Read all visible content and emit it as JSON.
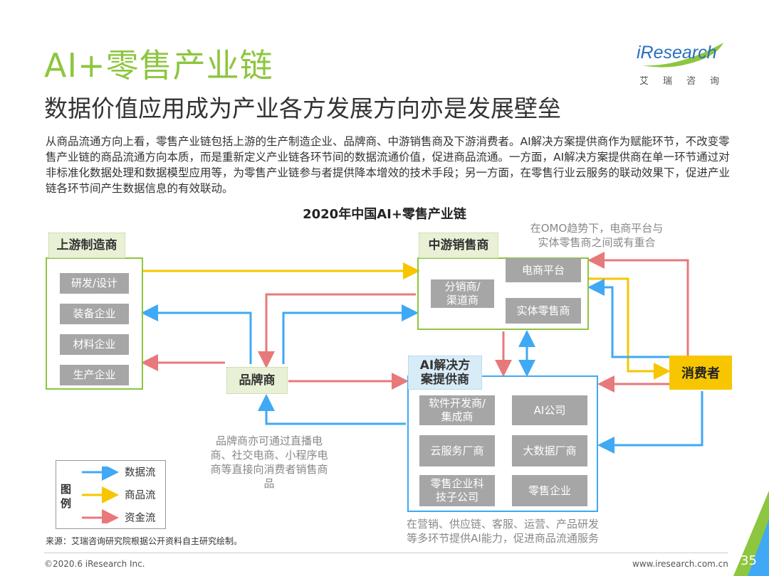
{
  "header": {
    "title": "AI+零售产业链",
    "subtitle": "数据价值应用成为产业各方发展方向亦是发展壁垒",
    "intro": "从商品流通方向上看，零售产业链包括上游的生产制造企业、品牌商、中游销售商及下游消费者。AI解决方案提供商作为赋能环节，不改变零售产业链的商品流通方向本质，而是重新定义产业链各环节间的数据流通价值，促进商品流通。一方面，AI解决方案提供商在单一环节通过对非标准化数据处理和数据模型应用等，为零售产业链参与者提供降本增效的技术手段；另一方面，在零售行业云服务的联动效果下，促进产业链各环节间产生数据信息的有效联动。"
  },
  "logo": {
    "brand": "iResearch",
    "sub": "艾瑞咨询"
  },
  "diagram": {
    "title": "2020年中国AI+零售产业链",
    "upstream": {
      "label": "上游制造商",
      "items": [
        "研发/设计",
        "装备企业",
        "材料企业",
        "生产企业"
      ]
    },
    "midstream": {
      "label": "中游销售商",
      "distributor": "分销商/\n渠道商",
      "ecommerce": "电商平台",
      "physical": "实体零售商"
    },
    "brand": {
      "label": "品牌商"
    },
    "ai": {
      "label": "AI解决方\n案提供商",
      "items": [
        "软件开发商/\n集成商",
        "AI公司",
        "云服务厂商",
        "大数据厂商",
        "零售企业科\n技子公司",
        "零售企业"
      ]
    },
    "consumer": {
      "label": "消费者"
    },
    "notes": {
      "omo": "在OMO趋势下，电商平台与\n实体零售商之间或有重合",
      "brand": "品牌商亦可通过直播电\n商、社交电商、小程序电\n商等直接向消费者销售商\n品",
      "ai": "在营销、供应链、客服、运营、产品研发\n等多环节提供AI能力，促进商品流通服务"
    }
  },
  "legend": {
    "title": "图例",
    "items": [
      {
        "label": "数据流",
        "color": "#3fa9f5"
      },
      {
        "label": "商品流",
        "color": "#f7c600"
      },
      {
        "label": "资金流",
        "color": "#e8797b"
      }
    ]
  },
  "colors": {
    "data_flow": "#3fa9f5",
    "goods_flow": "#f7c600",
    "money_flow": "#e8797b",
    "accent_green": "#8dc63f"
  },
  "footer": {
    "source": "来源：艾瑞咨询研究院根据公开资料自主研究绘制。",
    "copyright": "©2020.6 iResearch Inc.",
    "website": "www.iresearch.com.cn",
    "page": "35"
  }
}
